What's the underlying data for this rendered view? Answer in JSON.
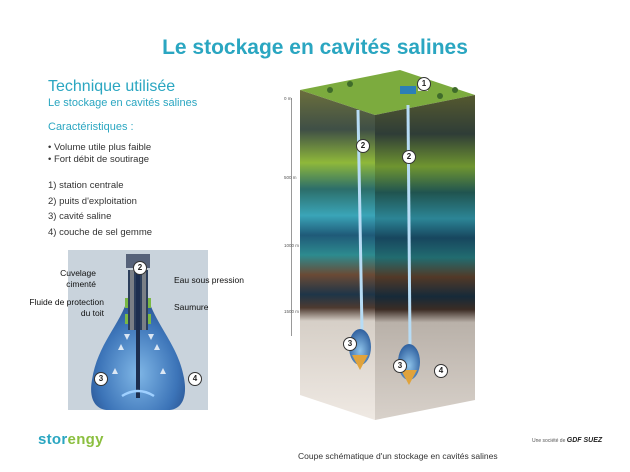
{
  "title": "Le stockage en cavités salines",
  "heading": "Technique utilisée",
  "subheading": "Le stockage en cavités salines",
  "characteristics": {
    "title": "Caractéristiques :",
    "bullets": [
      "• Volume utile plus faible",
      "• Fort débit de soutirage"
    ]
  },
  "legend_items": [
    "1) station centrale",
    "2) puits d'exploitation",
    "3) cavité saline",
    "4) couche de sel gemme"
  ],
  "inset": {
    "label_cuvelage": "Cuvelage\ncimenté",
    "label_eau": "Eau sous pression",
    "label_fluide": "Fluide de protection\ndu toit",
    "label_saumure": "Saumure",
    "markers": [
      "2",
      "3",
      "4"
    ]
  },
  "diagram": {
    "depths": [
      "0 m",
      "500 m",
      "1000 m",
      "1500 m"
    ],
    "markers": [
      "1",
      "2",
      "2",
      "3",
      "3",
      "4"
    ]
  },
  "logo": {
    "part1": "stor",
    "part2": "engy"
  },
  "partner": {
    "prefix": "Une société de",
    "brand": "GDF SUEZ"
  },
  "caption": "Coupe schématique d'un stockage en cavités salines"
}
